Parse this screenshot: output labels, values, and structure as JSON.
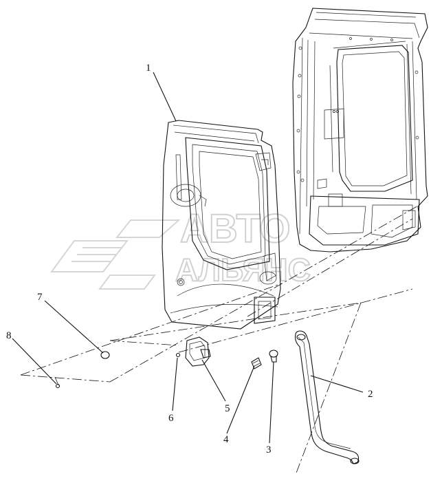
{
  "callouts": [
    {
      "id": "1",
      "label": "1"
    },
    {
      "id": "2",
      "label": "2"
    },
    {
      "id": "3",
      "label": "3"
    },
    {
      "id": "4",
      "label": "4"
    },
    {
      "id": "5",
      "label": "5"
    },
    {
      "id": "6",
      "label": "6"
    },
    {
      "id": "7",
      "label": "7"
    },
    {
      "id": "8",
      "label": "8"
    }
  ],
  "watermark": {
    "line1": "АВТО",
    "line2": "АЛЬЯНС",
    "color": "#c9c9c9"
  },
  "colors": {
    "ink": "#111111",
    "background": "#ffffff"
  }
}
